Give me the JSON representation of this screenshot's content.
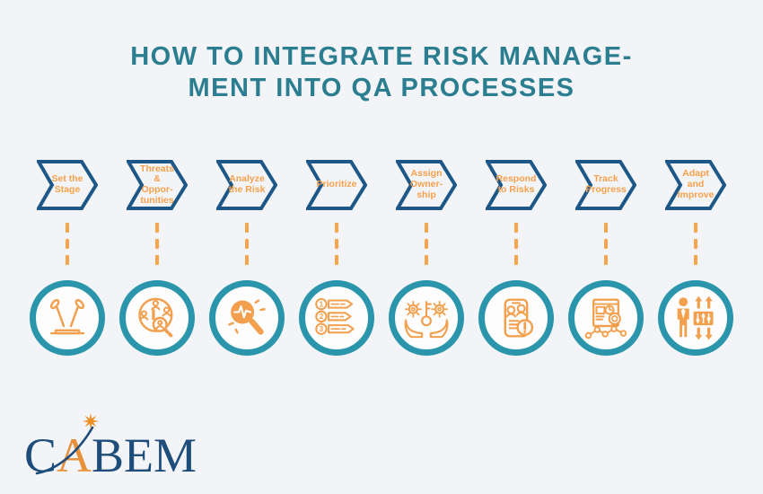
{
  "title": {
    "text": "HOW TO INTEGRATE RISK MANAGE-\nMENT INTO QA PROCESSES",
    "color": "#2b7e90"
  },
  "steps": [
    {
      "label": "Set the\nStage",
      "icon": "stage-spotlights-icon"
    },
    {
      "label": "Threats\n&\nOppor-\ntunities",
      "icon": "magnifier-people-icon"
    },
    {
      "label": "Analyze\nthe Risk",
      "icon": "magnifier-pulse-icon"
    },
    {
      "label": "Prioritize",
      "icon": "priority-list-icon"
    },
    {
      "label": "Assign\nOwner-\nship",
      "icon": "hands-key-gears-icon"
    },
    {
      "label": "Respond\nto Risks",
      "icon": "phone-alert-icon"
    },
    {
      "label": "Track\nProgress",
      "icon": "progress-board-icon"
    },
    {
      "label": "Adapt\nand\nImprove",
      "icon": "person-sliders-icon"
    }
  ],
  "priority_numbers": {
    "n1": "1",
    "n2": "2",
    "n3": "3"
  },
  "logo": {
    "part_c": "C",
    "part_a": "A",
    "part_bem": "BEM"
  },
  "colors": {
    "background": "#f2f4f7",
    "title_teal": "#2b7e90",
    "chevron_navy": "#1d5787",
    "step_text_orange": "#f6a14b",
    "icon_orange": "#f2a04d",
    "circle_ring_teal": "#2a95ab",
    "logo_navy": "#1e4d7b",
    "logo_orange": "#e8913b",
    "star_orange": "#ef9026"
  }
}
